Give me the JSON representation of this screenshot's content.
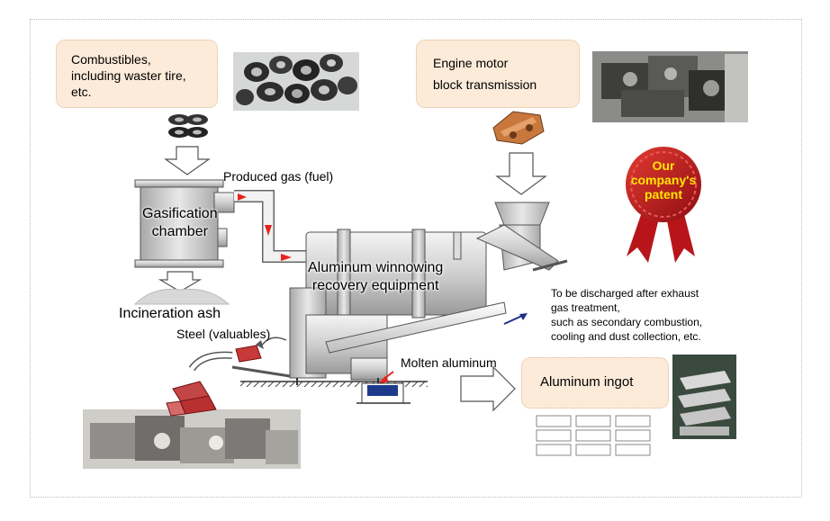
{
  "callouts": {
    "combustibles": [
      "Combustibles,",
      "including waster tire,",
      "etc."
    ],
    "engine": [
      "Engine motor",
      "block transmission"
    ],
    "ingot": "Aluminum ingot"
  },
  "labels": {
    "produced_gas": "Produced gas (fuel)",
    "gasification": [
      "Gasification",
      "chamber"
    ],
    "aluminum_equipment": [
      "Aluminum winnowing",
      "recovery equipment"
    ],
    "incineration_ash": "Incineration ash",
    "steel": "Steel (valuables)",
    "molten_aluminum": "Molten aluminum",
    "exhaust": [
      "To be discharged after exhaust",
      "gas treatment,",
      "such as secondary combustion,",
      "cooling and dust collection, etc."
    ]
  },
  "badge": {
    "lines": [
      "Our",
      "company's",
      "patent"
    ]
  },
  "colors": {
    "callout_bg": "#fcebd9",
    "flow_arrow": "#e8231e",
    "exhaust_arrow": "#1f2f8a",
    "badge_red": "#b8151b",
    "badge_text": "#ffe600"
  },
  "icons": [
    "tire-stack-icon",
    "engine-blocks-icon",
    "steel-scrap-icon",
    "ingot-tray-icon",
    "patent-seal-icon"
  ]
}
